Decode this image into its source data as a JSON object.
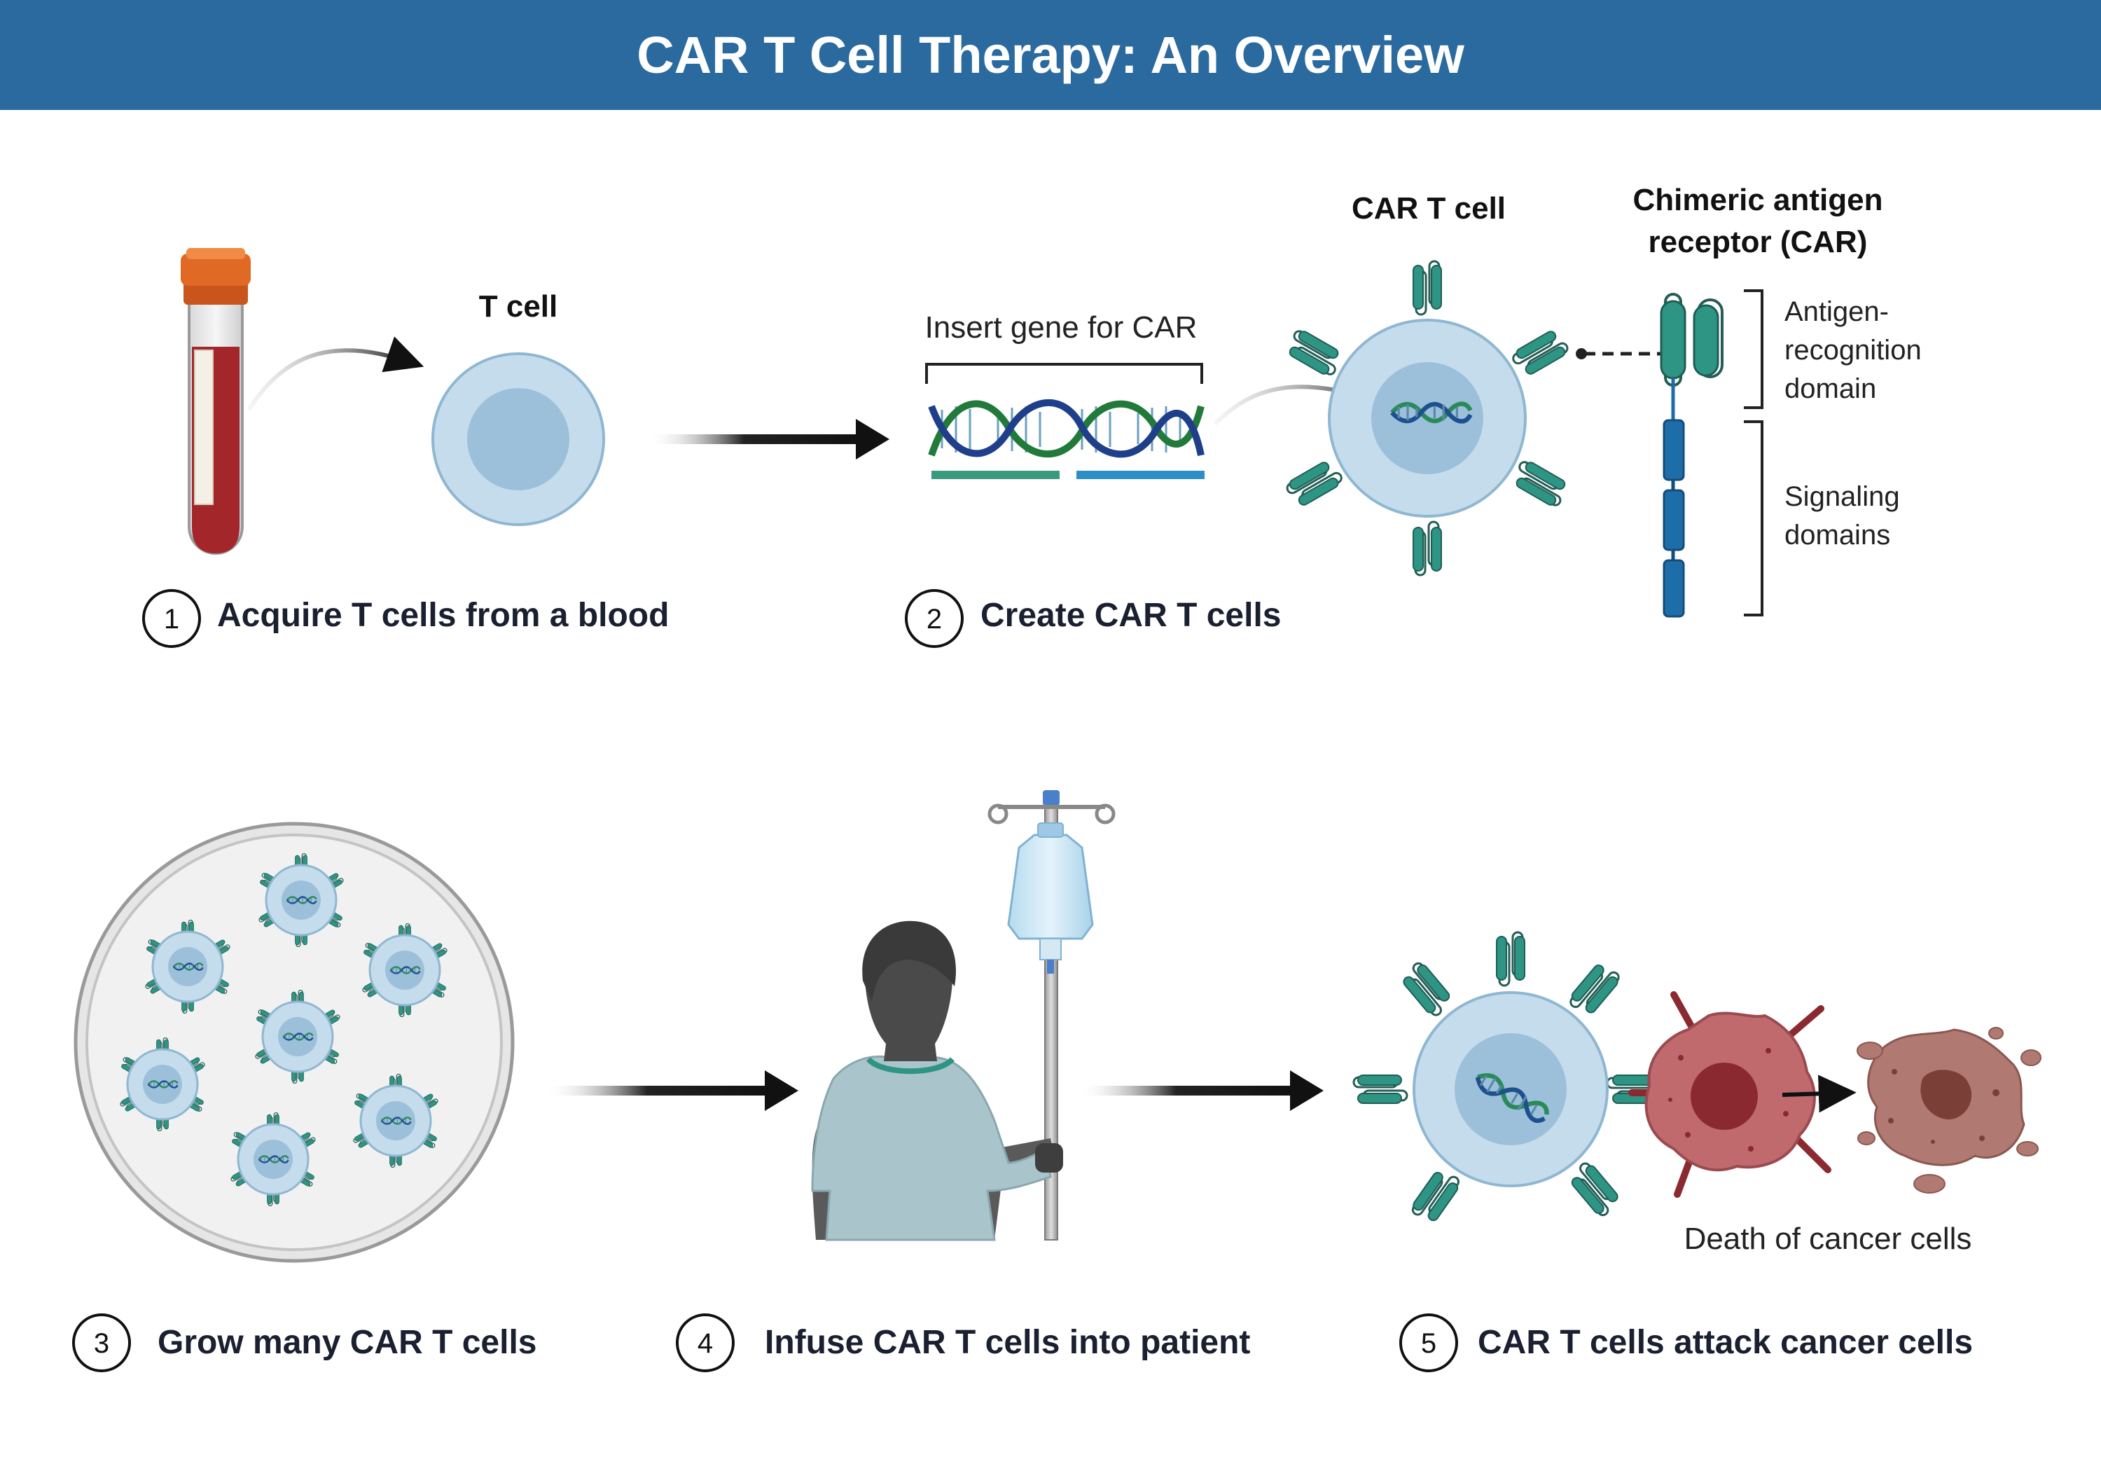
{
  "title": "CAR T Cell Therapy: An Overview",
  "labels": {
    "t_cell": "T cell",
    "insert_gene": "Insert gene for CAR",
    "car_t_cell": "CAR T cell",
    "car_heading_line1": "Chimeric antigen",
    "car_heading_line2": "receptor (CAR)",
    "antigen_line1": "Antigen-",
    "antigen_line2": "recognition",
    "antigen_line3": "domain",
    "signaling_line1": "Signaling",
    "signaling_line2": "domains",
    "death_of_cancer_cells": "Death of cancer cells"
  },
  "steps": [
    {
      "number": "1",
      "label": "Acquire T cells from a blood"
    },
    {
      "number": "2",
      "label": "Create CAR T cells"
    },
    {
      "number": "3",
      "label": "Grow many CAR T cells"
    },
    {
      "number": "4",
      "label": "Infuse CAR T cells into patient"
    },
    {
      "number": "5",
      "label": "CAR T cells attack cancer cells"
    }
  ],
  "colors": {
    "banner": "#2a6a9e",
    "cell_fill": "#c5dcec",
    "cell_nucleus": "#9cc0da",
    "receptor": "#2e9484",
    "signaling": "#1d6ea8",
    "blood": "#a3262b",
    "tube_cap": "#e06a25",
    "cancer_cell": "#c16a6e",
    "dead_cell": "#b07a72",
    "patient_gown": "#a9c4cb"
  }
}
